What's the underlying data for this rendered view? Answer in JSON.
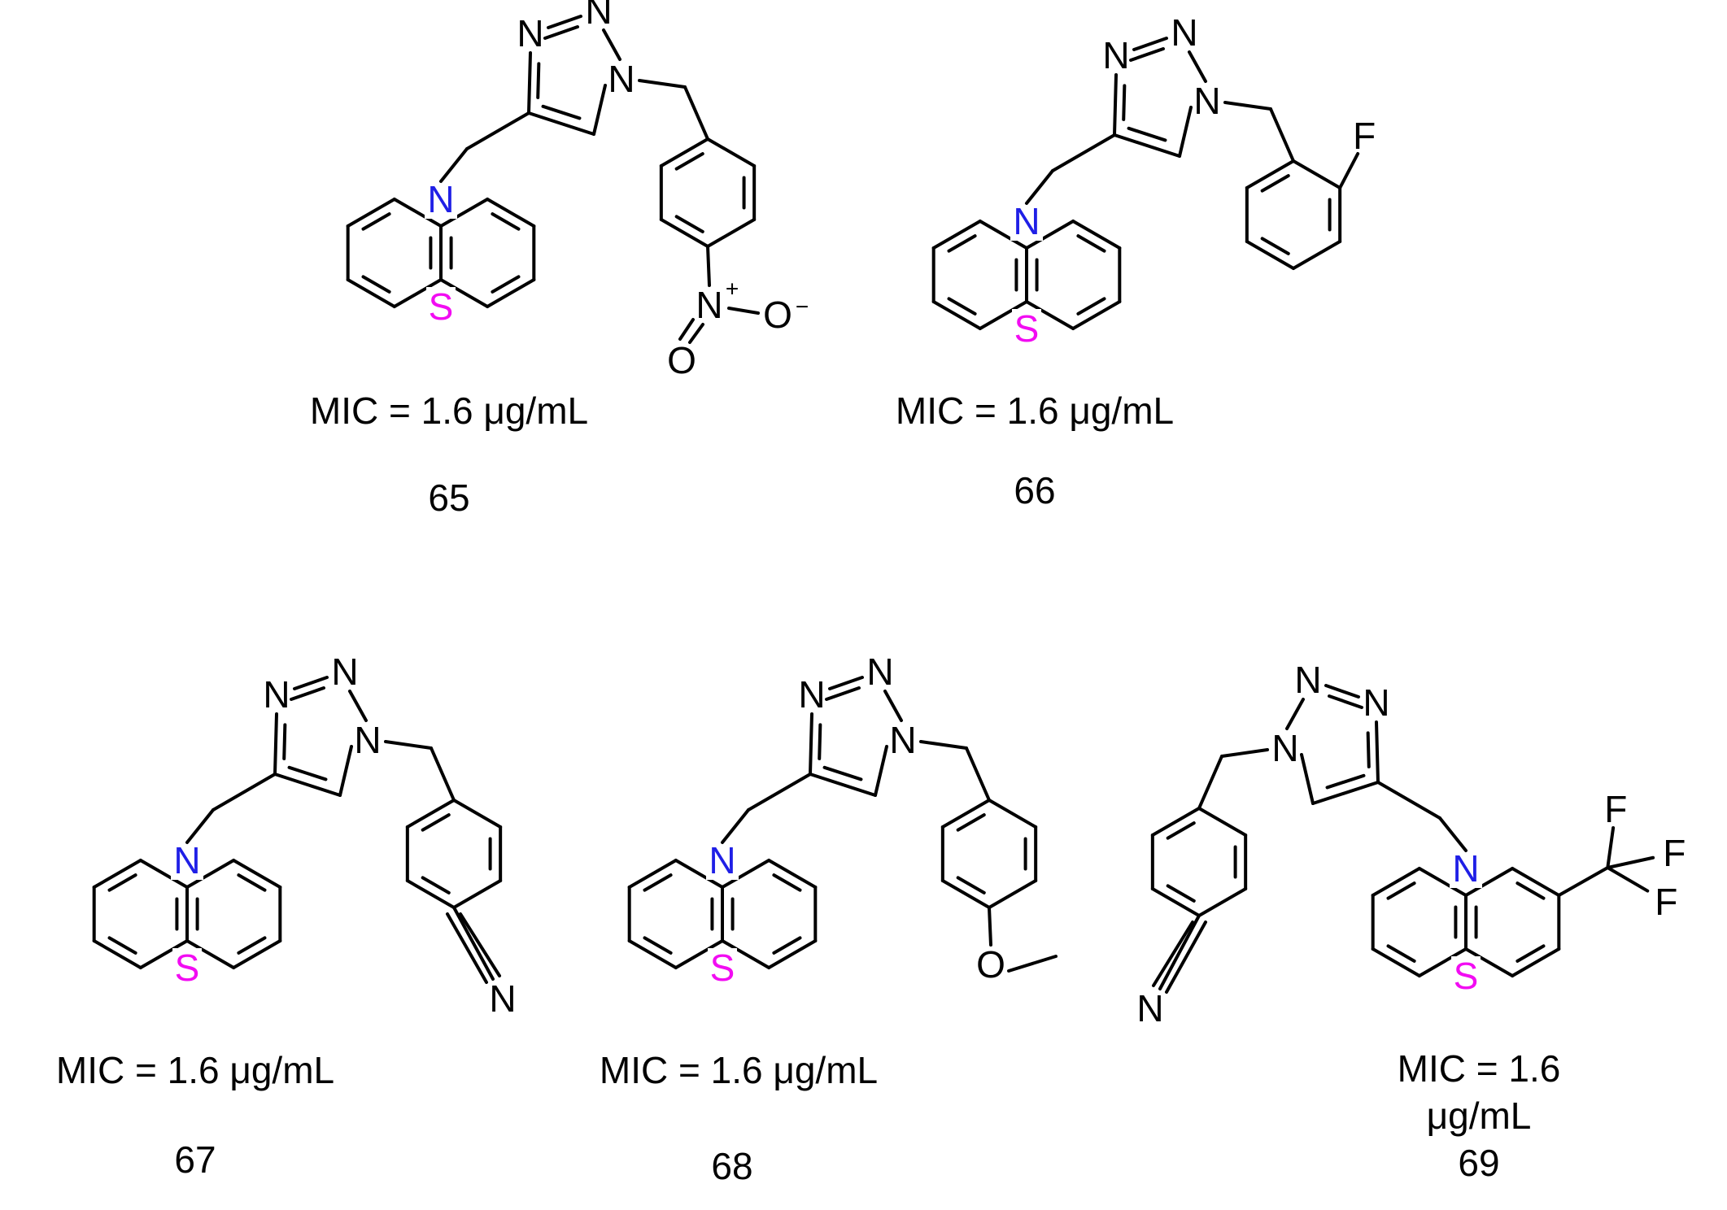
{
  "colors": {
    "bond": "#000000",
    "nitrogen": "#1f1fe6",
    "sulfur": "#f20cf2",
    "text": "#000000"
  },
  "atoms": {
    "N": "N",
    "S": "S",
    "O": "O",
    "F": "F",
    "plus": "+",
    "minus": "−"
  },
  "compounds": [
    {
      "id": "65",
      "mic": "MIC = 1.6 μg/mL",
      "substituent": "4-nitrobenzyl"
    },
    {
      "id": "66",
      "mic": "MIC = 1.6 μg/mL",
      "substituent": "2-fluorobenzyl"
    },
    {
      "id": "67",
      "mic": "MIC = 1.6 μg/mL",
      "substituent": "4-cyanobenzyl"
    },
    {
      "id": "68",
      "mic": "MIC = 1.6 μg/mL",
      "substituent": "4-methoxybenzyl"
    },
    {
      "id": "69",
      "mic_line1": "MIC = 1.6",
      "mic_line2": "μg/mL",
      "substituent": "4-cyanobenzyl",
      "ring_substituent": "CF3"
    }
  ]
}
